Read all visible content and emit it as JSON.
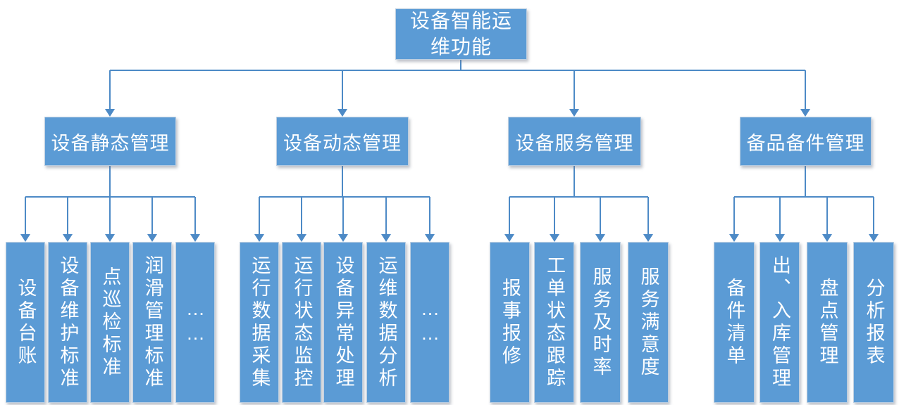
{
  "root": {
    "label": "设备智能运\n维功能"
  },
  "groups": [
    {
      "label": "设备静态管理",
      "children": [
        "设备台账",
        "设备维护标准",
        "点巡检标准",
        "润滑管理标准",
        "……"
      ]
    },
    {
      "label": "设备动态管理",
      "children": [
        "运行数据采集",
        "运行状态监控",
        "设备异常处理",
        "运维数据分析",
        "……"
      ]
    },
    {
      "label": "设备服务管理",
      "children": [
        "报事报修",
        "工单状态跟踪",
        "服务及时率",
        "服务满意度"
      ]
    },
    {
      "label": "备品备件管理",
      "children": [
        "备件清单",
        "出、入库管理",
        "盘点管理",
        "分析报表"
      ]
    }
  ],
  "colors": {
    "box_fill": "#5b9bd5",
    "box_border": "#bdcfe1",
    "connector": "#4d8ac6",
    "label_text": "#ffffff"
  }
}
